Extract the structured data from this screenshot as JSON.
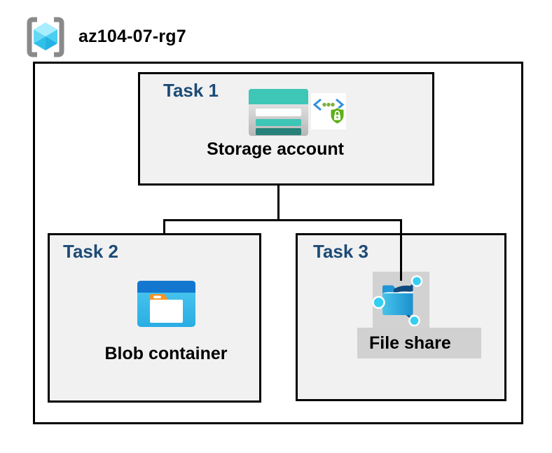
{
  "header": {
    "resource_group_name": "az104-07-rg7",
    "icon": "resource-group-icon"
  },
  "tasks": [
    {
      "label": "Task 1",
      "resource_label": "Storage account",
      "icons": [
        "storage-account-icon",
        "code-shield-sas-icon"
      ]
    },
    {
      "label": "Task 2",
      "resource_label": "Blob container",
      "icons": [
        "blob-container-icon"
      ]
    },
    {
      "label": "Task 3",
      "resource_label": "File share",
      "icons": [
        "file-share-icon"
      ]
    }
  ],
  "connections": [
    {
      "from": "Storage account",
      "to": "Blob container"
    },
    {
      "from": "Storage account",
      "to": "File share"
    }
  ],
  "colors": {
    "task_label_navy": "#1c4b76",
    "task_box_bg": "#f1f1f1",
    "border_black": "#000000",
    "storage_teal": "#3ec6b6",
    "storage_teal_dark": "#26817a",
    "blob_header_blue": "#1377d0",
    "blob_body_cyan": "#3dc2ee",
    "folder_tab_orange": "#f59427",
    "shield_green": "#5faf19",
    "code_bracket_blue": "#2f8fdc",
    "file_share_blue": "#1b8fce",
    "file_share_flap_navy": "#10497c",
    "file_share_dot_cyan": "#35cef3",
    "gray_highlight": "#d1d1d1",
    "rg_bracket_gray": "#8a8a8a",
    "rg_cube_cyan": "#45cdf1"
  }
}
